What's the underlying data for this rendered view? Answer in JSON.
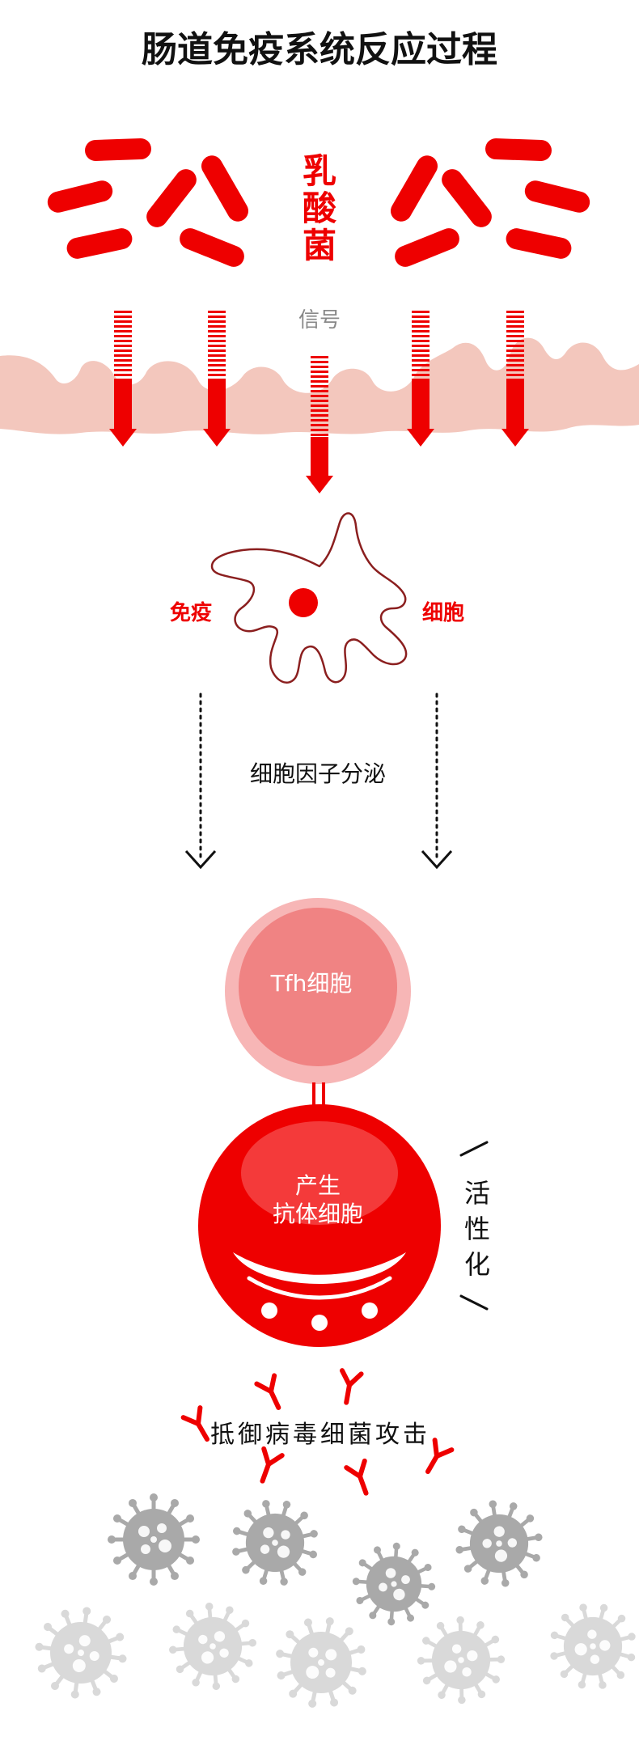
{
  "title": "肠道免疫系统反应过程",
  "bacteria_label": "乳酸菌",
  "signal_label": "信号",
  "immune_cell_label": {
    "left": "免疫",
    "right": "细胞"
  },
  "cytokine_label": "细胞因子分泌",
  "tfh_cell_label": "Tfh细胞",
  "antibody_cell_label": {
    "line1": "产生",
    "line2": "抗体细胞"
  },
  "activation_label": [
    "活",
    "性",
    "化"
  ],
  "attack_label": "抵御病毒细菌攻击",
  "colors": {
    "red": "#ee0000",
    "tissue": "#f3c7bd",
    "tfh_outer": "#f7b6b6",
    "tfh_inner": "#f08383",
    "antibody_cell": "#ee0000",
    "virus_dark": "#a9a9a9",
    "virus_light": "#d9d9d9"
  }
}
